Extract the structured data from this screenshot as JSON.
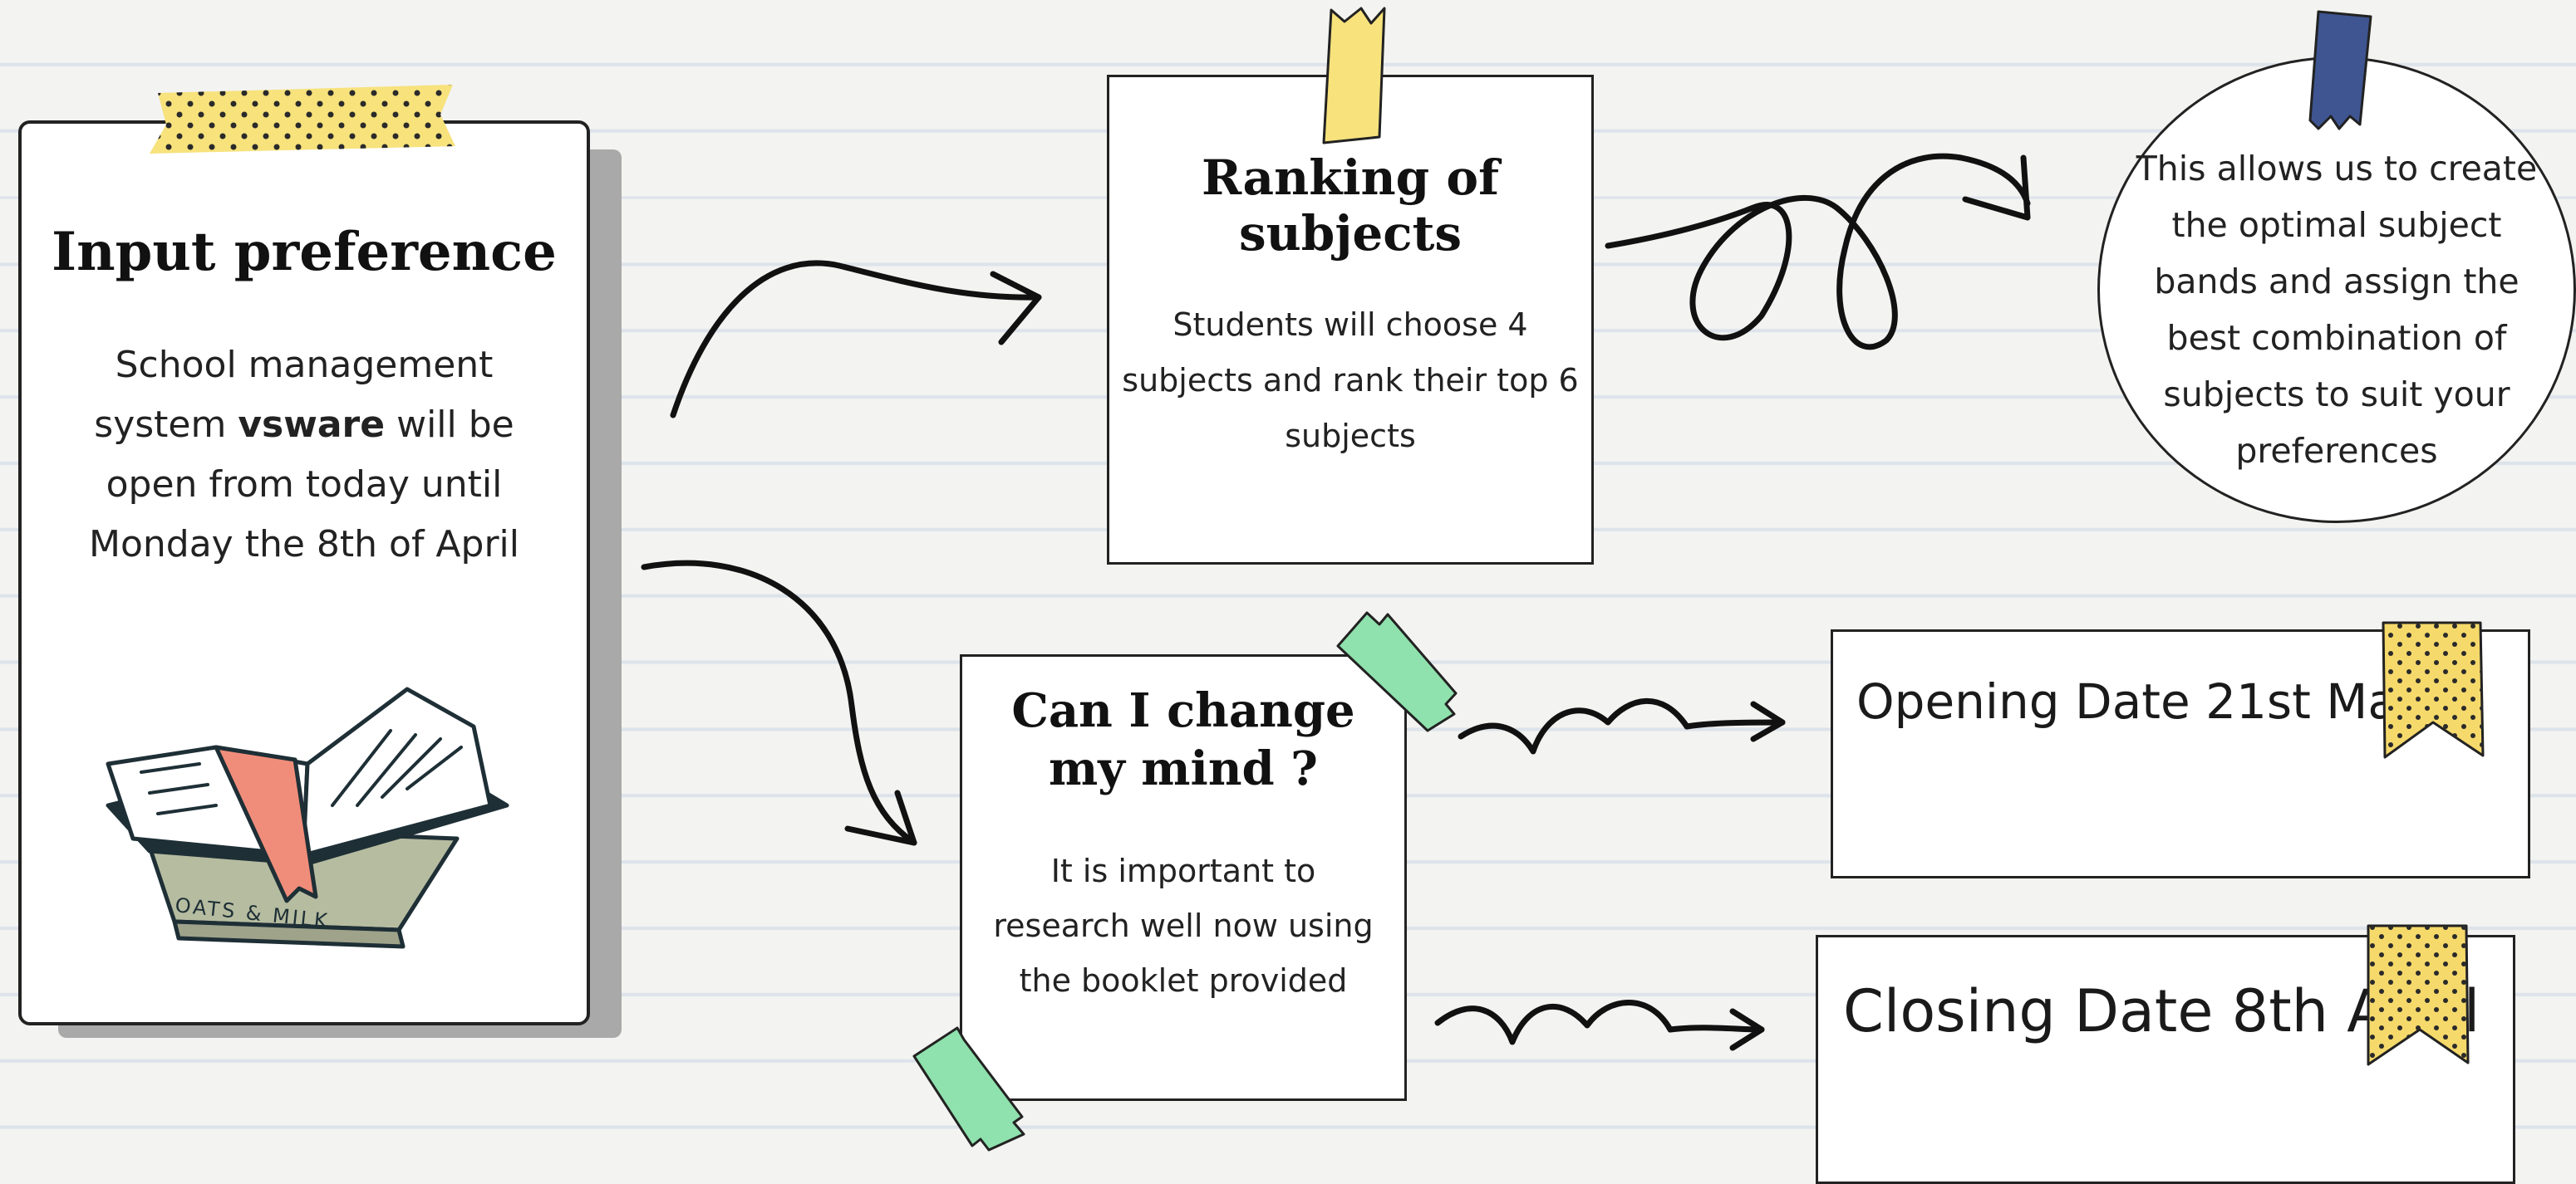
{
  "input_card": {
    "title": "Input preference",
    "line1": "School management",
    "line2_before": "system ",
    "line2_bold": "vsware",
    "line2_after": " will be",
    "line3": "open from today until",
    "line4": "Monday the 8th of April",
    "book_label": "OATS & MILK"
  },
  "ranking_card": {
    "title_line1": "Ranking of",
    "title_line2": "subjects",
    "line1": "Students will choose 4",
    "line2": "subjects and rank their top 6",
    "line3": "subjects"
  },
  "circle_note": {
    "line1": "This allows us to create",
    "line2": "the optimal subject",
    "line3": "bands and assign the",
    "line4": "best combination of",
    "line5": "subjects to suit your",
    "line6": "preferences"
  },
  "change_card": {
    "title_line1": "Can I change",
    "title_line2": "my mind ?",
    "line1": "It is important to",
    "line2": "research well now using",
    "line3": "the booklet provided"
  },
  "opening_box": {
    "text": "Opening Date 21st March"
  },
  "closing_box": {
    "text": "Closing Date 8th April"
  },
  "colors": {
    "yellow_tape": "#f7e27c",
    "blue_tape": "#3e5591",
    "green_tape": "#8fe1ad",
    "bookmark_yellow": "#f5d96b",
    "card_shadow": "#a9a9a9"
  }
}
